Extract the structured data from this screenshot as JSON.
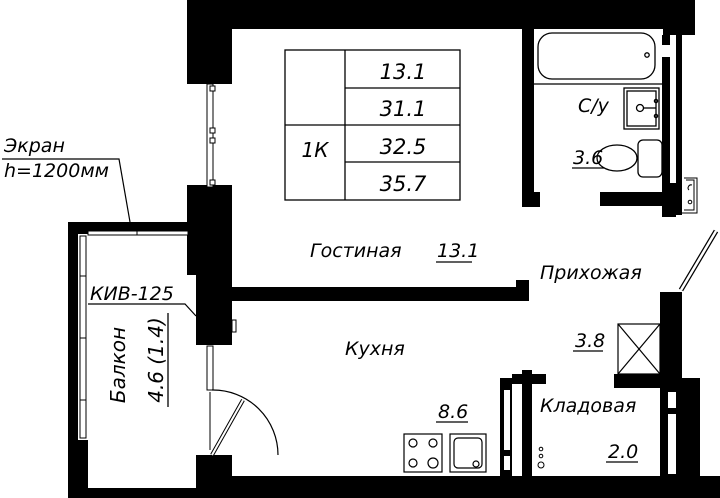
{
  "plan": {
    "colors": {
      "wall": "#000000",
      "background": "#ffffff",
      "line": "#000000"
    }
  },
  "area_table": {
    "apartment_type": "1К",
    "rows": [
      "13.1",
      "31.1",
      "32.5",
      "35.7"
    ]
  },
  "annotations": {
    "screen_title": "Экран",
    "screen_height": "h=1200мм",
    "balcony_window": "КИВ-125"
  },
  "rooms": {
    "living": {
      "name": "Гостиная",
      "area": "13.1"
    },
    "bathroom": {
      "name": "С/у",
      "area": "3.6"
    },
    "hallway": {
      "name": "Прихожая",
      "area": "3.8"
    },
    "kitchen": {
      "name": "Кухня",
      "area": "8.6"
    },
    "storage": {
      "name": "Кладовая",
      "area": "2.0"
    },
    "balcony": {
      "name": "Балкон",
      "area": "4.6 (1.4)"
    }
  },
  "icons": {
    "bathtub": "bathtub-icon",
    "sink": "sink-icon",
    "toilet": "toilet-icon",
    "stove": "stove-icon",
    "kitchen_sink": "kitchen-sink-icon",
    "ventilation_shaft": "ventilation-shaft-icon",
    "entrance_door": "entrance-door-icon",
    "balcony_door": "balcony-door-icon"
  }
}
